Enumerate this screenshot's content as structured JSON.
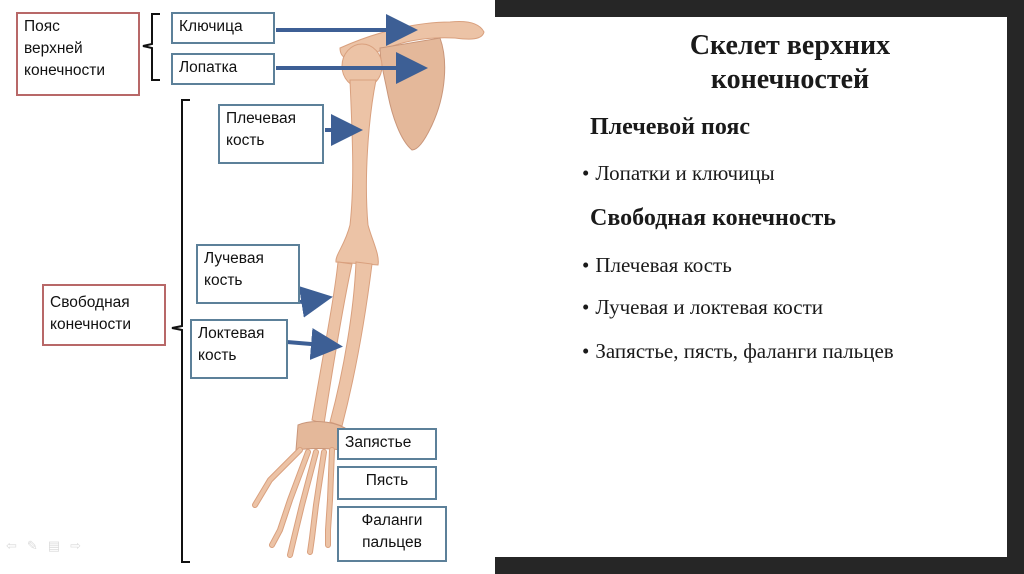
{
  "slide": {
    "title_line1": "Скелет верхних",
    "title_line2": "конечностей",
    "sections": [
      {
        "heading": "Плечевой пояс",
        "bullets": [
          "Лопатки и ключицы"
        ]
      },
      {
        "heading": "Свободная конечность",
        "bullets": [
          "Плечевая кость",
          "Лучевая и локтевая кости",
          "Запястье, пясть, фаланги пальцев"
        ]
      }
    ],
    "bullet_glyph": "•"
  },
  "diagram": {
    "group_girdle": {
      "line1": "Пояс",
      "line2": "верхней",
      "line3": "конечности"
    },
    "group_free": {
      "line1": "Свободная",
      "line2": "конечности"
    },
    "labels": {
      "clavicle": "Ключица",
      "scapula": "Лопатка",
      "humerus_1": "Плечевая",
      "humerus_2": "кость",
      "radius_1": "Лучевая",
      "radius_2": "кость",
      "ulna_1": "Локтевая",
      "ulna_2": "кость",
      "wrist": "Запястье",
      "metacarpus": "Пясть",
      "phalanges_1": "Фаланги",
      "phalanges_2": "пальцев"
    },
    "colors": {
      "bone": "#ecc3a6",
      "bone_shade": "#d9a07e",
      "arrow": "#3d5f95",
      "box_border": "#5c8099",
      "group_border": "#b86868"
    }
  },
  "toolbar": {
    "icons": [
      "prev-arrow-icon",
      "pen-icon",
      "menu-icon",
      "next-arrow-icon"
    ],
    "glyphs": [
      "⇦",
      "✎",
      "▤",
      "⇨"
    ]
  }
}
